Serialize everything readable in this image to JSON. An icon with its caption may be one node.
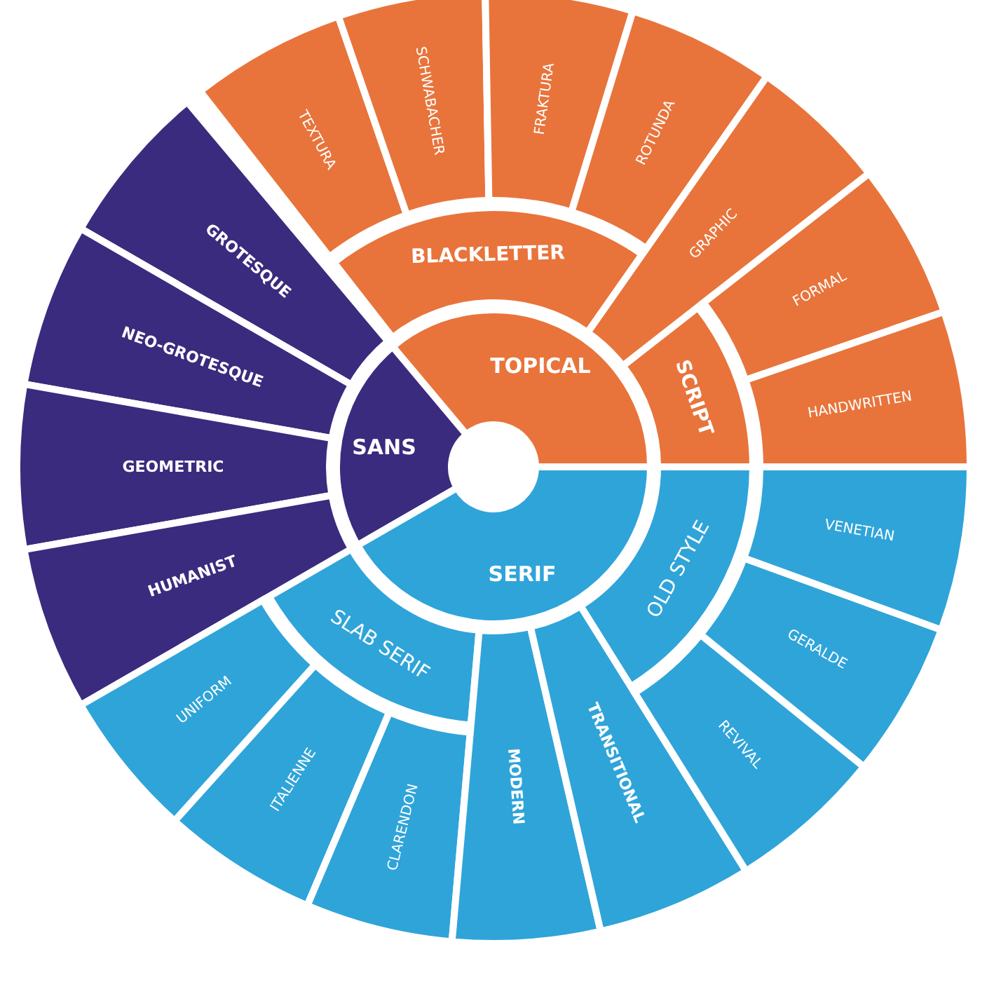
{
  "diagram": {
    "nodes": [
      {
        "text": [
          "TOPICAL"
        ]
      },
      {
        "text": [
          "SANS"
        ]
      },
      {
        "text": [
          "SERIF"
        ]
      },
      {
        "text": [
          "BLACKLETTER"
        ]
      },
      {
        "text": [
          "SCRIPT"
        ]
      },
      {
        "text": [
          "SLAB SERIF"
        ]
      },
      {
        "text": [
          "OLD STYLE"
        ]
      },
      {
        "text": [
          "TEXTURA"
        ]
      },
      {
        "text": [
          "SCHWABACHER"
        ]
      },
      {
        "text": [
          "FRAKTURA"
        ]
      },
      {
        "text": [
          "ROTUNDA"
        ]
      },
      {
        "text": [
          "GRAPHIC"
        ]
      },
      {
        "text": [
          "FORMAL"
        ]
      },
      {
        "text": [
          "HANDWRITTEN"
        ]
      },
      {
        "text": [
          "GROTESQUE"
        ]
      },
      {
        "text": [
          "NEO-GROTESQUE"
        ]
      },
      {
        "text": [
          "GEOMETRIC"
        ]
      },
      {
        "text": [
          "HUMANIST"
        ]
      },
      {
        "text": [
          "UNIFORM"
        ]
      },
      {
        "text": [
          "ITALIENNE"
        ]
      },
      {
        "text": [
          "CLARENDON"
        ]
      },
      {
        "text": [
          "MODERN"
        ]
      },
      {
        "text": [
          "TRANSITIONAL"
        ]
      },
      {
        "text": [
          "REVIVAL"
        ]
      },
      {
        "text": [
          "GERALDE"
        ]
      },
      {
        "text": [
          "VENETIAN"
        ]
      }
    ]
  }
}
